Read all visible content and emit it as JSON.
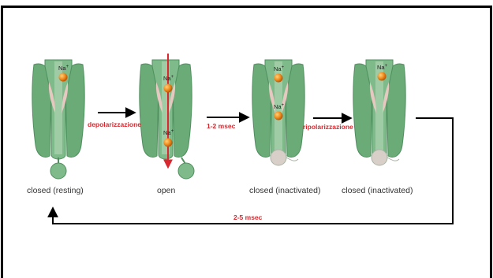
{
  "diagram": {
    "ion_label": "Na",
    "ion_charge": "+",
    "states": [
      {
        "label": "closed (resting)"
      },
      {
        "label": "open"
      },
      {
        "label": "closed (inactivated)"
      },
      {
        "label": "closed (inactivated)"
      }
    ],
    "transitions": [
      {
        "label": "depolarizzazione"
      },
      {
        "label": "1-2 msec"
      },
      {
        "label": "ripolarizzazione"
      },
      {
        "label": "2-5 msec"
      }
    ]
  },
  "colors": {
    "channel_green": "#6aab78",
    "channel_green_dark": "#4e8f5d",
    "pore_pink": "#e7c8c0",
    "pore_light": "#c7dfc5",
    "ion_orange": "#f08a1c",
    "label_red": "#d9282f",
    "arrow_black": "#000000"
  }
}
